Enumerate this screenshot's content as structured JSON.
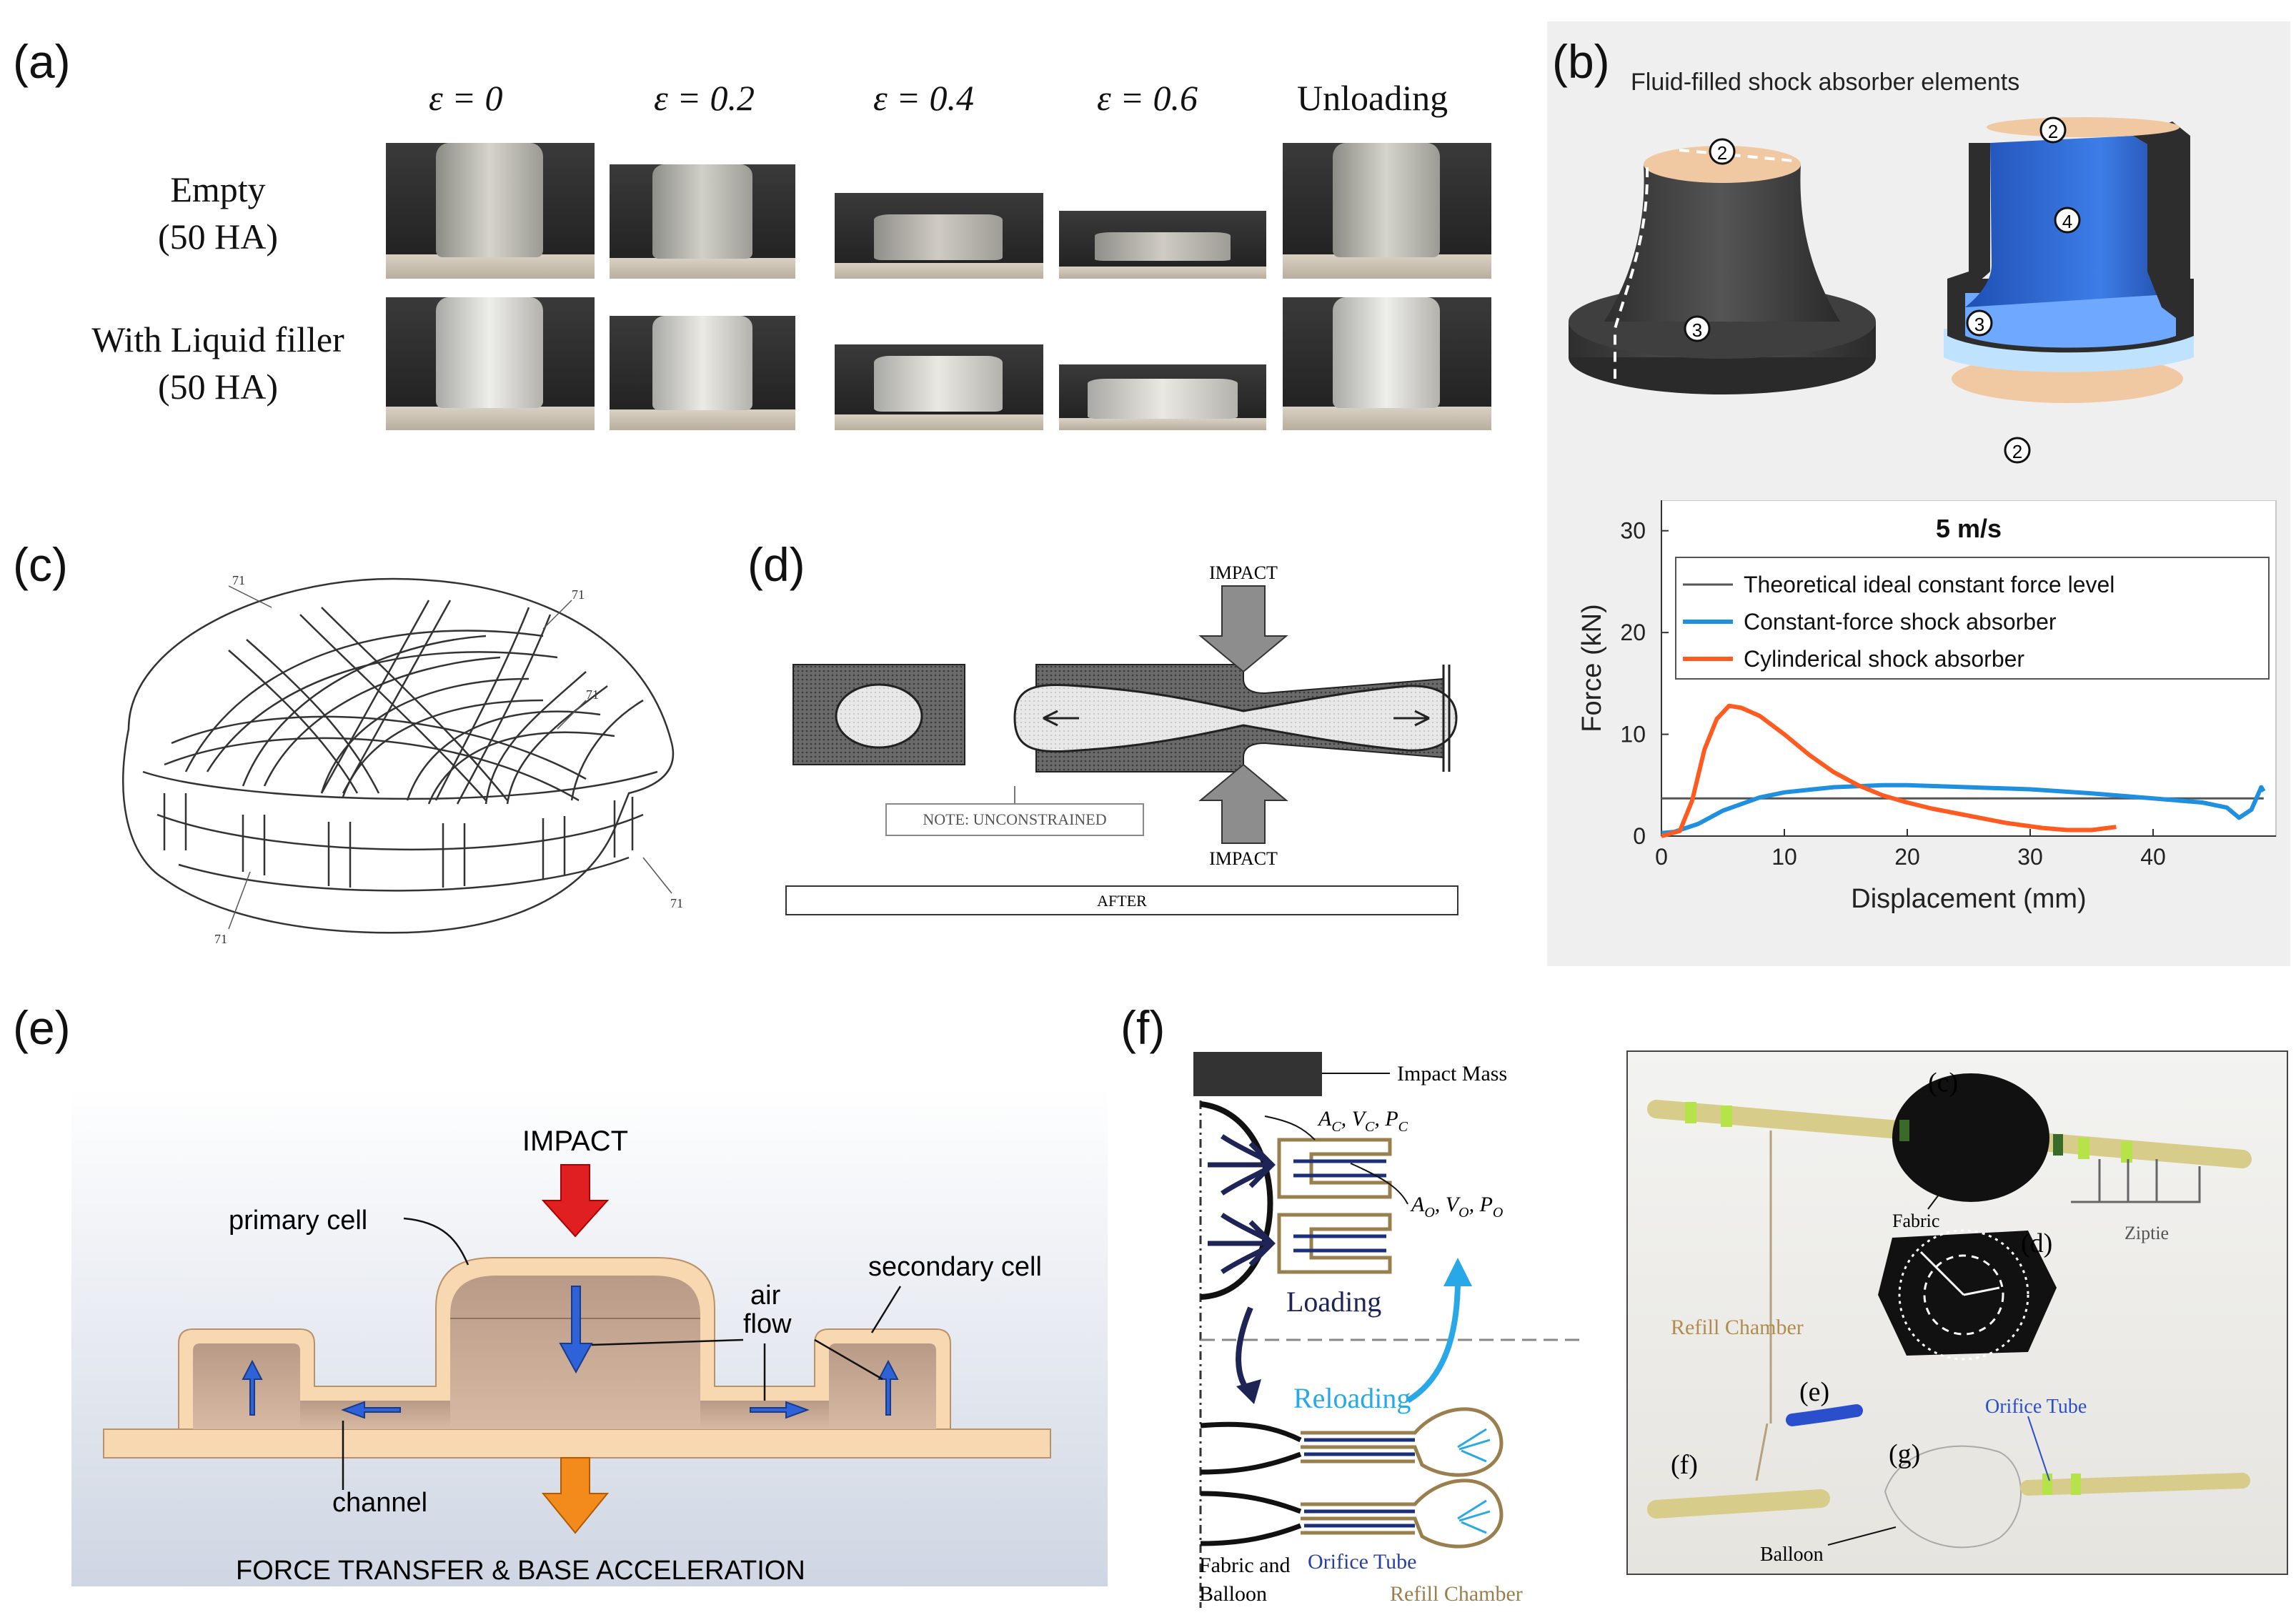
{
  "panels": {
    "a": {
      "label": "(a)",
      "columns": [
        "ε = 0",
        "ε = 0.2",
        "ε = 0.4",
        "ε = 0.6",
        "Unloading"
      ],
      "rows": [
        {
          "line1": "Empty",
          "line2": "(50 HA)"
        },
        {
          "line1": "With Liquid filler",
          "line2": "(50 HA)"
        }
      ]
    },
    "b": {
      "label": "(b)",
      "title": "Fluid-filled shock absorber elements",
      "markers": [
        "2",
        "3",
        "2",
        "4",
        "3",
        "2"
      ]
    },
    "c": {
      "label": "(c)",
      "callouts": [
        "71",
        "71",
        "71",
        "71",
        "71"
      ]
    },
    "d": {
      "label": "(d)",
      "impact_top": "IMPACT",
      "impact_bottom": "IMPACT",
      "note": "NOTE: UNCONSTRAINED",
      "after": "AFTER"
    },
    "e": {
      "label": "(e)",
      "impact": "IMPACT",
      "primary_cell": "primary cell",
      "secondary_cell": "secondary cell",
      "air": "air",
      "flow": "flow",
      "channel": "channel",
      "force_transfer": "FORCE TRANSFER & BASE ACCELERATION"
    },
    "f": {
      "label": "(f)",
      "impact_mass": "Impact Mass",
      "ac": "A",
      "ac_sub": "C",
      "vc": ", V",
      "vc_sub": "C",
      "pc": ", P",
      "pc_sub": "C",
      "ao": "A",
      "ao_sub": "O",
      "vo": ", V",
      "vo_sub": "O",
      "po": ", P",
      "po_sub": "O",
      "loading": "Loading",
      "reloading": "Reloading",
      "fabric_balloon_1": "Fabric and",
      "fabric_balloon_2": "Balloon",
      "orifice_tube": "Orifice Tube",
      "refill_chamber": "Refill Chamber",
      "photo": {
        "c": "(c)",
        "d": "(d)",
        "e": "(e)",
        "f": "(f)",
        "g": "(g)",
        "fabric": "Fabric",
        "ziptie": "Ziptie",
        "refill_chamber": "Refill Chamber",
        "orifice_tube": "Orifice Tube",
        "balloon": "Balloon"
      }
    }
  },
  "chart_data": {
    "type": "line",
    "title": "5 m/s",
    "xlabel": "Displacement (mm)",
    "ylabel": "Force (kN)",
    "xlim": [
      0,
      50
    ],
    "ylim": [
      0,
      33
    ],
    "xticks": [
      "0",
      "10",
      "20",
      "30",
      "40"
    ],
    "yticks": [
      "0",
      "10",
      "20",
      "30"
    ],
    "legend_position": "top",
    "series": [
      {
        "name": "Theoretical ideal constant force level",
        "color": "#555555",
        "x": [
          0,
          49
        ],
        "y": [
          3.7,
          3.7
        ]
      },
      {
        "name": "Constant-force shock absorber",
        "color": "#1f8fe0",
        "x": [
          0,
          1,
          2,
          3,
          5,
          8,
          10,
          14,
          18,
          20,
          25,
          30,
          35,
          40,
          44,
          46,
          47,
          48,
          48.8,
          49
        ],
        "y": [
          0.3,
          0.4,
          0.8,
          1.2,
          2.5,
          3.8,
          4.3,
          4.8,
          5.0,
          5.0,
          4.8,
          4.6,
          4.2,
          3.7,
          3.3,
          2.8,
          1.8,
          2.6,
          4.8,
          4.4
        ]
      },
      {
        "name": "Cylinderical shock absorber",
        "color": "#ff5a1f",
        "x": [
          0,
          1.5,
          2.5,
          3.5,
          4.5,
          5.5,
          6.5,
          8,
          10,
          12,
          14,
          16,
          18,
          20,
          22,
          25,
          28,
          31,
          33,
          35,
          37
        ],
        "y": [
          0,
          0.5,
          3.5,
          8.5,
          11.5,
          12.8,
          12.6,
          11.8,
          10.0,
          8.0,
          6.3,
          5.0,
          4.0,
          3.3,
          2.7,
          2.0,
          1.3,
          0.8,
          0.6,
          0.6,
          0.9
        ]
      }
    ]
  }
}
